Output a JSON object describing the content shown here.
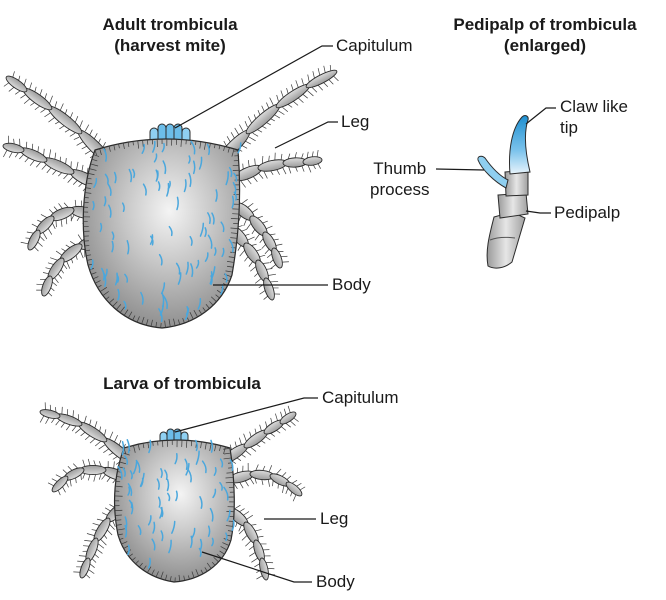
{
  "figures": {
    "adult": {
      "title_line1": "Adult trombicula",
      "title_line2": "(harvest mite)",
      "labels": {
        "capitulum": "Capitulum",
        "leg": "Leg",
        "body": "Body"
      }
    },
    "pedipalp": {
      "title_line1": "Pedipalp of trombicula",
      "title_line2": "(enlarged)",
      "labels": {
        "claw_line1": "Claw like",
        "claw_line2": "tip",
        "thumb_line1": "Thumb",
        "thumb_line2": "process",
        "pedipalp": "Pedipalp"
      }
    },
    "larva": {
      "title": "Larva of trombicula",
      "labels": {
        "capitulum": "Capitulum",
        "leg": "Leg",
        "body": "Body"
      }
    }
  },
  "colors": {
    "body_gray": "#8f8f8f",
    "body_highlight": "#f4f4f4",
    "hair_blue": "#4aa7dd",
    "leg_gray": "#a9a9a9",
    "outline": "#2b2b2b"
  }
}
